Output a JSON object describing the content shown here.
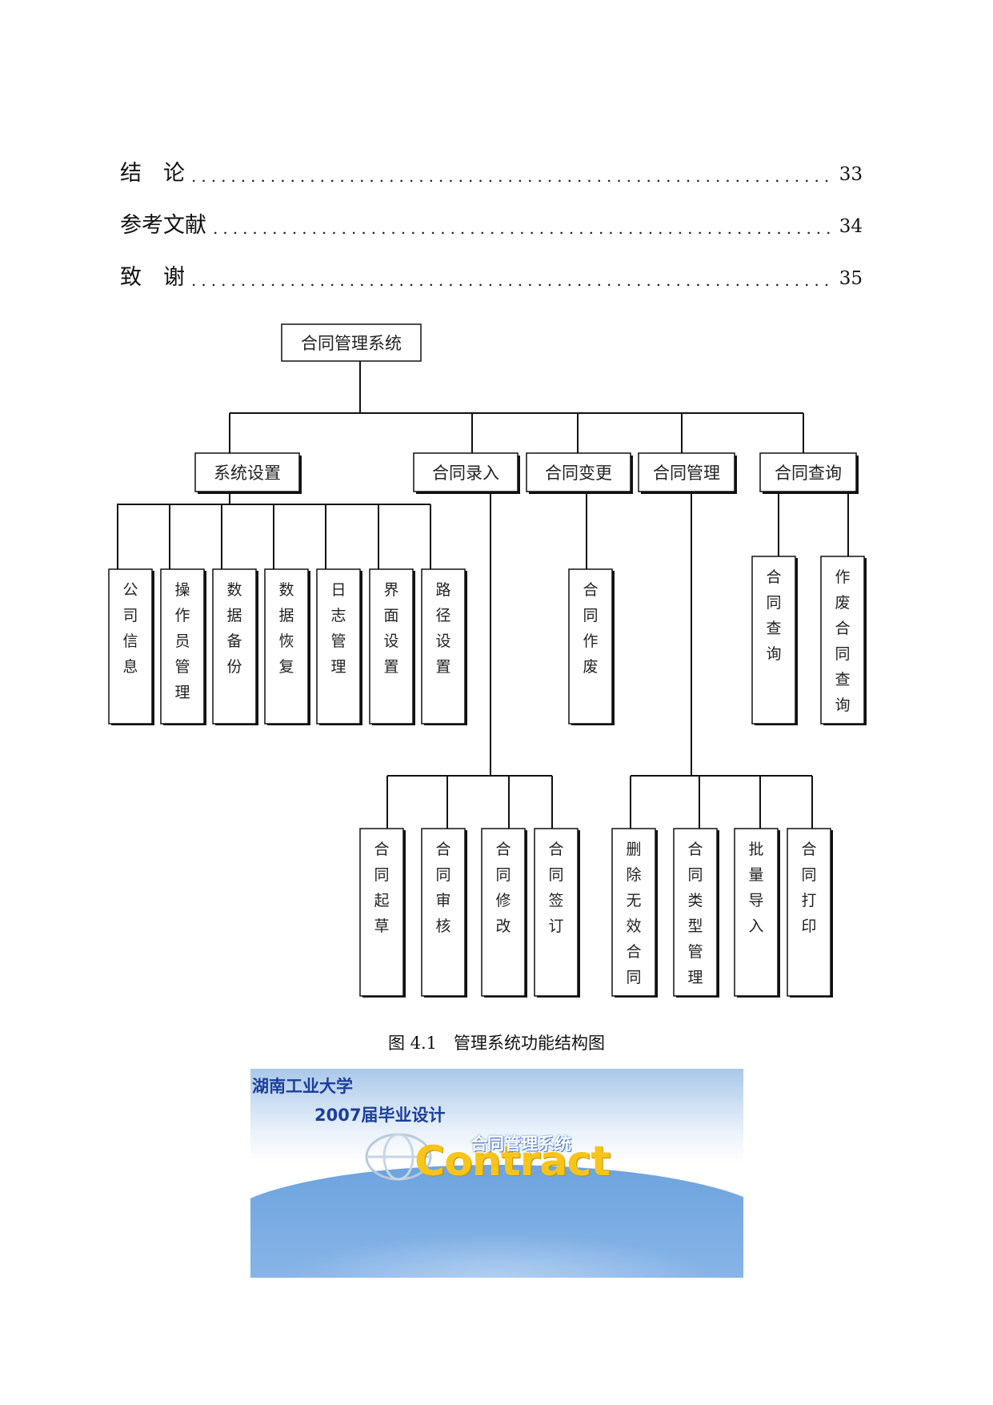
{
  "toc": [
    {
      "label": "结　论",
      "page": "33"
    },
    {
      "label": "参考文献",
      "page": "34"
    },
    {
      "label": "致　谢",
      "page": "35"
    }
  ],
  "diagram": {
    "root": "合同管理系统",
    "level1": [
      "系统设置",
      "合同录入",
      "合同变更",
      "合同管理",
      "合同查询"
    ],
    "system_settings": [
      "公司信息",
      "操作员管理",
      "数据备份",
      "数据恢复",
      "日志管理",
      "界面设置",
      "路径设置"
    ],
    "contract_change": [
      "合同作废"
    ],
    "contract_query": [
      "合同查询",
      "作废合同查询"
    ],
    "contract_entry": [
      "合同起草",
      "合同审核",
      "合同修改",
      "合同签订"
    ],
    "contract_manage": [
      "删除无效合同",
      "合同类型管理",
      "批量导入",
      "合同打印"
    ]
  },
  "caption": "图 4.1　管理系统功能结构图",
  "banner": {
    "line1": "湖南工业大学",
    "line2": "2007届毕业设计",
    "line3": "合同管理系统",
    "logo_word": "Contract"
  }
}
